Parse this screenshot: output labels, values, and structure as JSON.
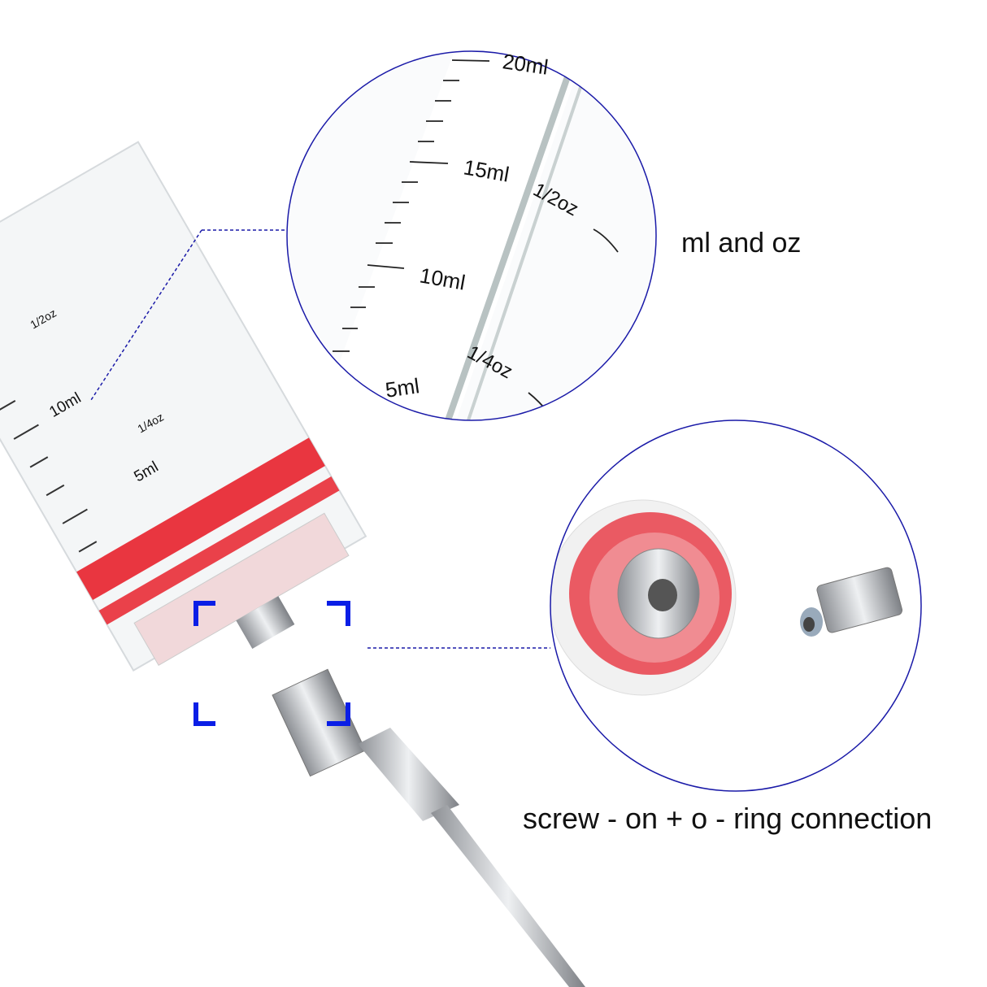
{
  "captions": {
    "scale": "ml and oz",
    "connection": "screw - on + o - ring connection"
  },
  "zoom_scale": {
    "ml_labels": [
      "20ml",
      "15ml",
      "10ml",
      "5ml"
    ],
    "oz_labels": [
      "1/2oz",
      "1/4oz"
    ]
  },
  "syringe_labels": {
    "ml": [
      "10ml",
      "5ml"
    ],
    "oz": [
      "1/2oz",
      "1/4oz"
    ]
  },
  "colors": {
    "circle_border": "#1a1aa8",
    "bracket": "#0a1ee6",
    "ring_red": "#e8212b",
    "metal": "#b9bcc0"
  }
}
